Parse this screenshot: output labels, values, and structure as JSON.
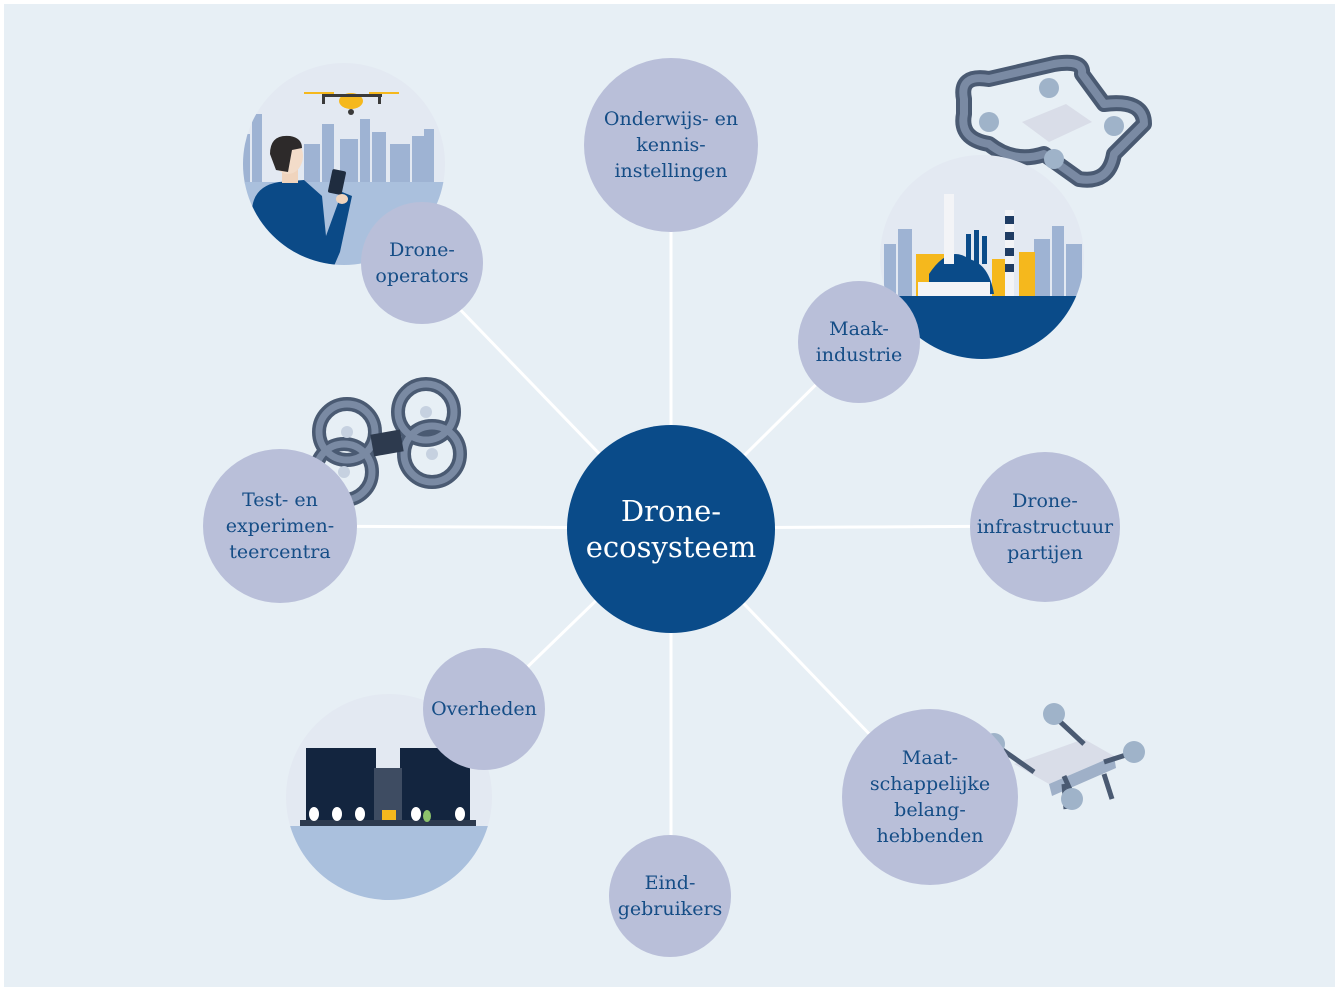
{
  "center": {
    "label": "Drone-\necosysteem"
  },
  "nodes": {
    "onderwijs": "Onderwijs- en\nkennis-\ninstellingen",
    "drone_operators": "Drone-\noperators",
    "maakindustrie": "Maak-\nindustrie",
    "test": "Test- en\nexperimen-\nteercentra",
    "infra": "Drone-\ninfrastructuur\npartijen",
    "overheden": "Overheden",
    "maatschappelijk": "Maat-\nschappelijke\nbelang-\nhebbenden",
    "eindgebruikers": "Eind-\ngebruikers"
  },
  "colors": {
    "background": "#e7eff5",
    "node_fill": "#b9bfd9",
    "node_text": "#154d86",
    "center_fill": "#0a4b89",
    "accent_yellow": "#f5b81d"
  },
  "illustrations": [
    "drone-operator-person",
    "quadcopter-top",
    "factory-scene",
    "ring-drone",
    "government-buildings",
    "flying-drone"
  ]
}
